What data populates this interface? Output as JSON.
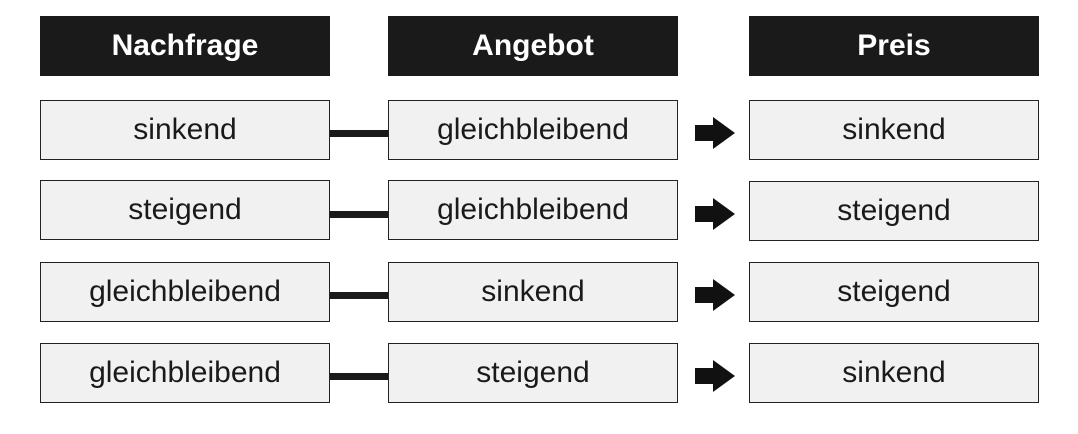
{
  "headers": {
    "demand": "Nachfrage",
    "supply": "Angebot",
    "price": "Preis"
  },
  "rows": [
    {
      "demand": "sinkend",
      "supply": "gleichbleibend",
      "price": "sinkend"
    },
    {
      "demand": "steigend",
      "supply": "gleichbleibend",
      "price": "steigend"
    },
    {
      "demand": "gleichbleibend",
      "supply": "sinkend",
      "price": "steigend"
    },
    {
      "demand": "gleichbleibend",
      "supply": "steigend",
      "price": "sinkend"
    }
  ],
  "icons": {
    "arrow": "arrow-right-icon"
  },
  "colors": {
    "header_bg": "#1a1a1a",
    "header_text": "#ffffff",
    "cell_bg": "#f1f1f1",
    "cell_border": "#222222"
  }
}
